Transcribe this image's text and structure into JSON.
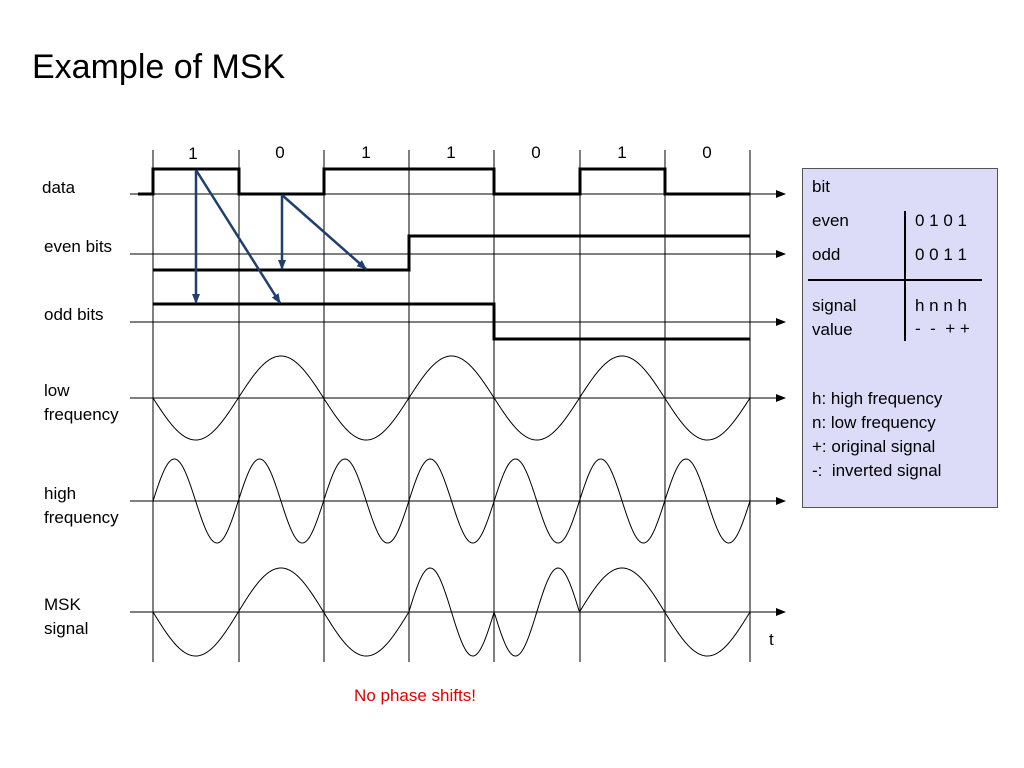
{
  "title": "Example of MSK",
  "bits": [
    "1",
    "0",
    "1",
    "1",
    "0",
    "1",
    "0"
  ],
  "row_labels": {
    "data": "data",
    "even_bits": "even bits",
    "odd_bits": "odd bits",
    "low_frequency": [
      "low",
      "frequency"
    ],
    "high_frequency": [
      "high",
      "frequency"
    ],
    "msk_signal": [
      "MSK",
      "signal"
    ],
    "time": "t"
  },
  "legend": {
    "bit": "bit",
    "even_label": "even",
    "even_values": "0 1 0 1",
    "odd_label": "odd",
    "odd_values": "0 0 1 1",
    "signal_label": "signal",
    "value_label": "value",
    "signal_values": "h n n h",
    "sign_values": "-  -  + +",
    "notes": [
      "h: high frequency",
      "n: low frequency",
      "+: original signal",
      "-:  inverted signal"
    ]
  },
  "note": "No phase shifts!",
  "colors": {
    "arrow": "#1f3f6e",
    "note": "#e00000",
    "legend_bg": "#dcdcf8"
  }
}
